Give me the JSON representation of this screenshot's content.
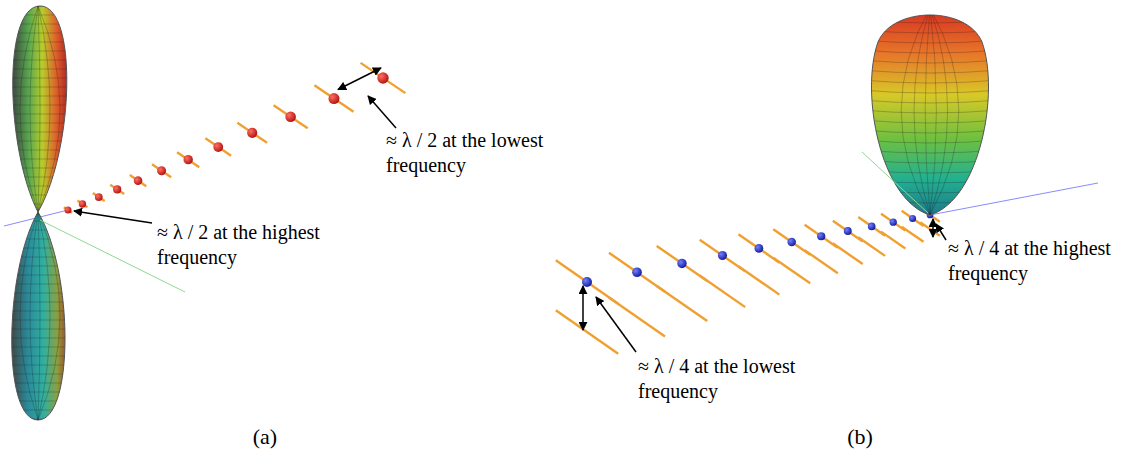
{
  "diagram": {
    "labels": [
      "≈ λ / 2 at the highest frequency",
      "≈ λ / 2 at the lowest frequency",
      "(a)",
      "≈ λ / 4 at the highest frequency",
      "≈ λ / 4 at the lowest frequency",
      "(b)"
    ]
  }
}
